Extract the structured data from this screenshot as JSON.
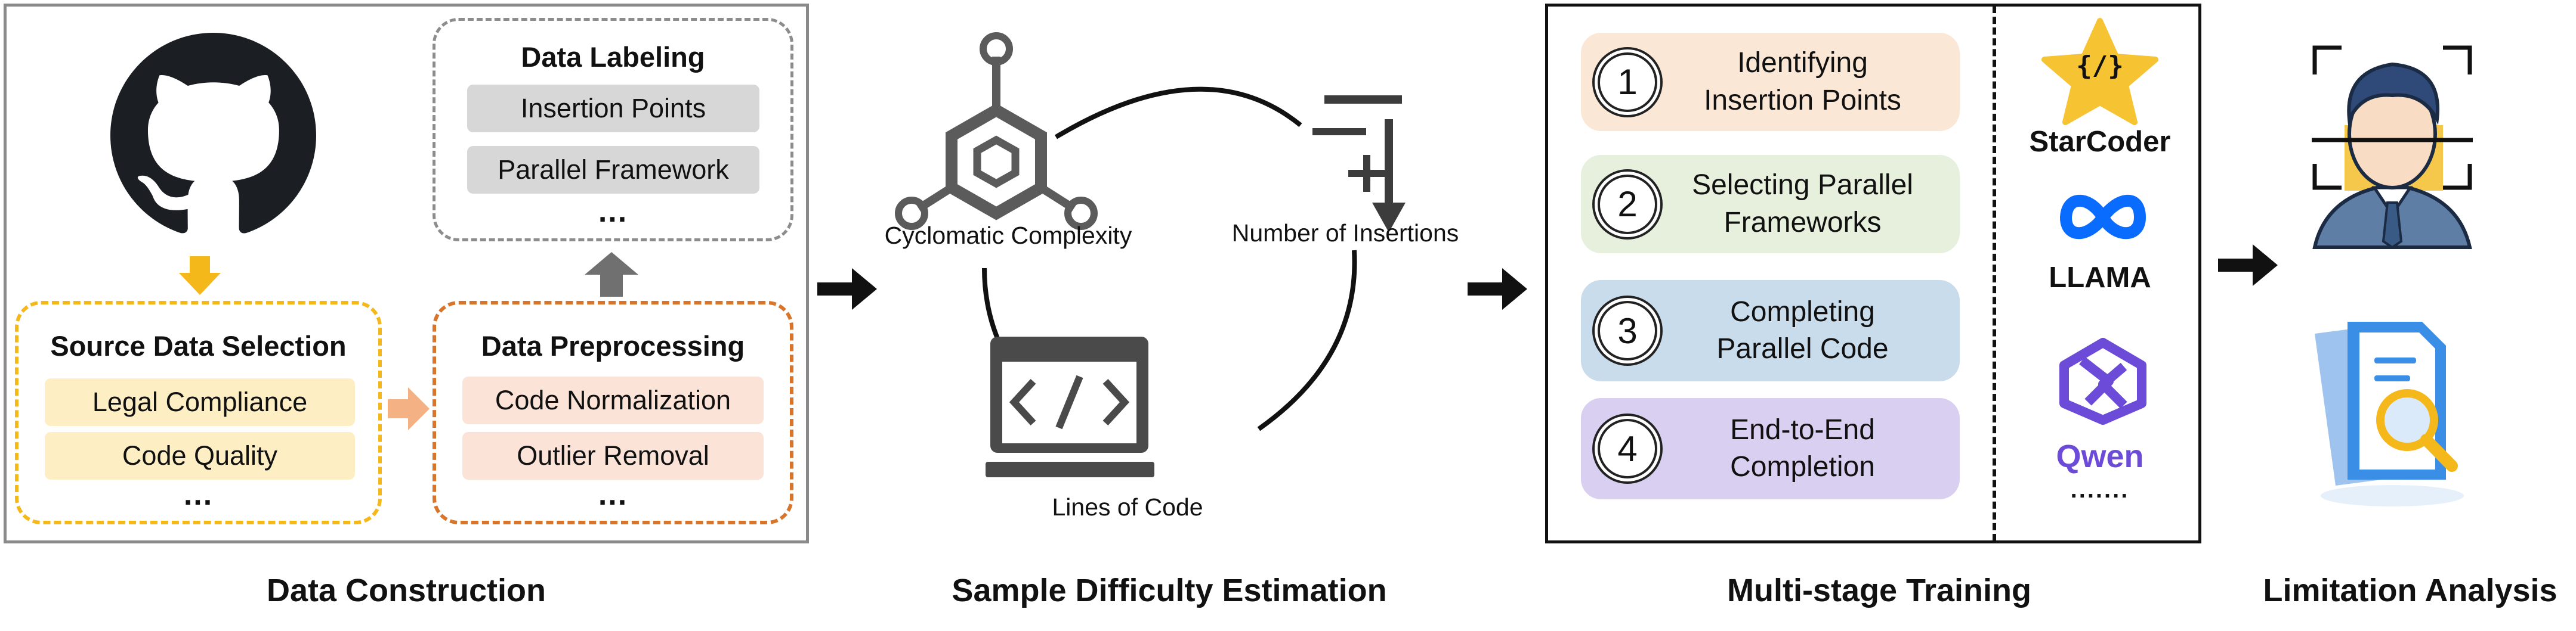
{
  "construction": {
    "labeling_title": "Data Labeling",
    "labeling_items": [
      "Insertion Points",
      "Parallel Framework"
    ],
    "labeling_more": "...",
    "source_title": "Source Data Selection",
    "source_items": [
      "Legal Compliance",
      "Code Quality"
    ],
    "source_more": "...",
    "prep_title": "Data Preprocessing",
    "prep_items": [
      "Code Normalization",
      "Outlier Removal"
    ],
    "prep_more": "...",
    "caption": "Data Construction"
  },
  "difficulty": {
    "metrics": [
      "Cyclomatic Complexity",
      "Number of Insertions",
      "Lines of Code"
    ],
    "caption": "Sample Difficulty Estimation"
  },
  "training": {
    "stages": [
      {
        "num": "1",
        "label_l1": "Identifying",
        "label_l2": "Insertion Points",
        "color": "#fbe7d5"
      },
      {
        "num": "2",
        "label_l1": "Selecting Parallel",
        "label_l2": "Frameworks",
        "color": "#e7efdd"
      },
      {
        "num": "3",
        "label_l1": "Completing",
        "label_l2": "Parallel Code",
        "color": "#c9dcec"
      },
      {
        "num": "4",
        "label_l1": "End-to-End",
        "label_l2": "Completion",
        "color": "#d9cff0"
      }
    ],
    "models": [
      "StarCoder",
      "LLAMA",
      "Qwen"
    ],
    "starcoder_glyph": "{/}",
    "models_more": ".......",
    "caption": "Multi-stage Training"
  },
  "limitation": {
    "caption": "Limitation Analysis"
  },
  "colors": {
    "yellow": "#f5b81a",
    "orange": "#d9742b",
    "gray_arrow": "#707070",
    "meta_blue": "#0a6cff",
    "qwen_purple": "#6b4bd8"
  }
}
